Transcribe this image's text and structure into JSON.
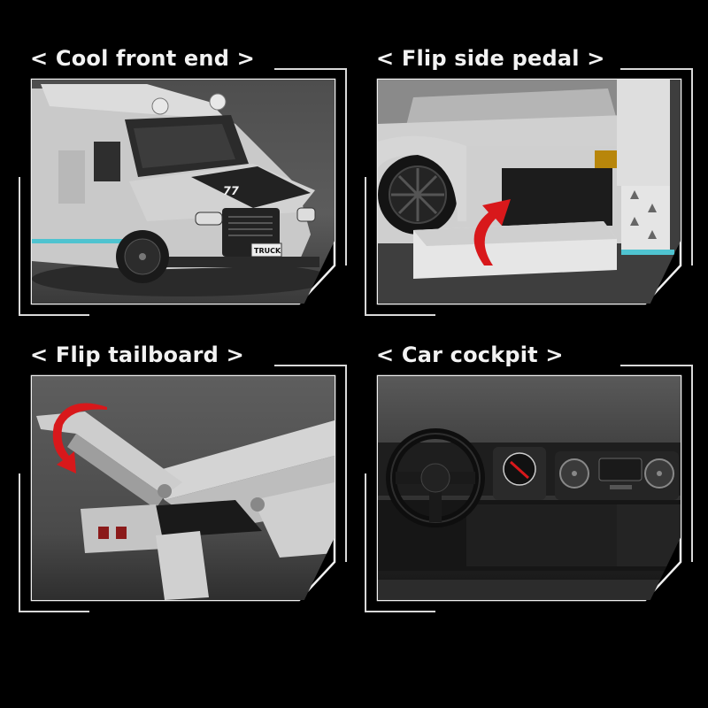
{
  "panels": [
    {
      "id": "front-end",
      "title": "Cool front end",
      "bracket_left": "<",
      "bracket_right": ">",
      "image_description": "Gray brick-built truck front with black hood stripe, number 77, headlights, and TRUCK license plate",
      "hood_number": "77",
      "plate_text": "TRUCK"
    },
    {
      "id": "side-pedal",
      "title": "Flip side pedal",
      "bracket_left": "<",
      "bracket_right": ">",
      "image_description": "Close-up of truck side with black wheel and red curved arrow showing flip-out side step",
      "arrow_color": "#d8181b"
    },
    {
      "id": "tailboard",
      "title": "Flip tailboard",
      "bracket_left": "<",
      "bracket_right": ">",
      "image_description": "Rear of carrier trailer with raised ramp and red curved arrow showing the tailboard folding down",
      "arrow_color": "#d8181b"
    },
    {
      "id": "cockpit",
      "title": "Car cockpit",
      "bracket_left": "<",
      "bracket_right": ">",
      "image_description": "Dark dashboard with black steering wheel, speedometer gauge and two round air vents flanking a screen",
      "arrow_color": "#d8181b"
    }
  ],
  "colors": {
    "background": "#000000",
    "frame": "#e6e6e6",
    "photo_bg": "#5a5a5a",
    "accent_red": "#d8181b",
    "accent_teal": "#4fc3d0"
  }
}
